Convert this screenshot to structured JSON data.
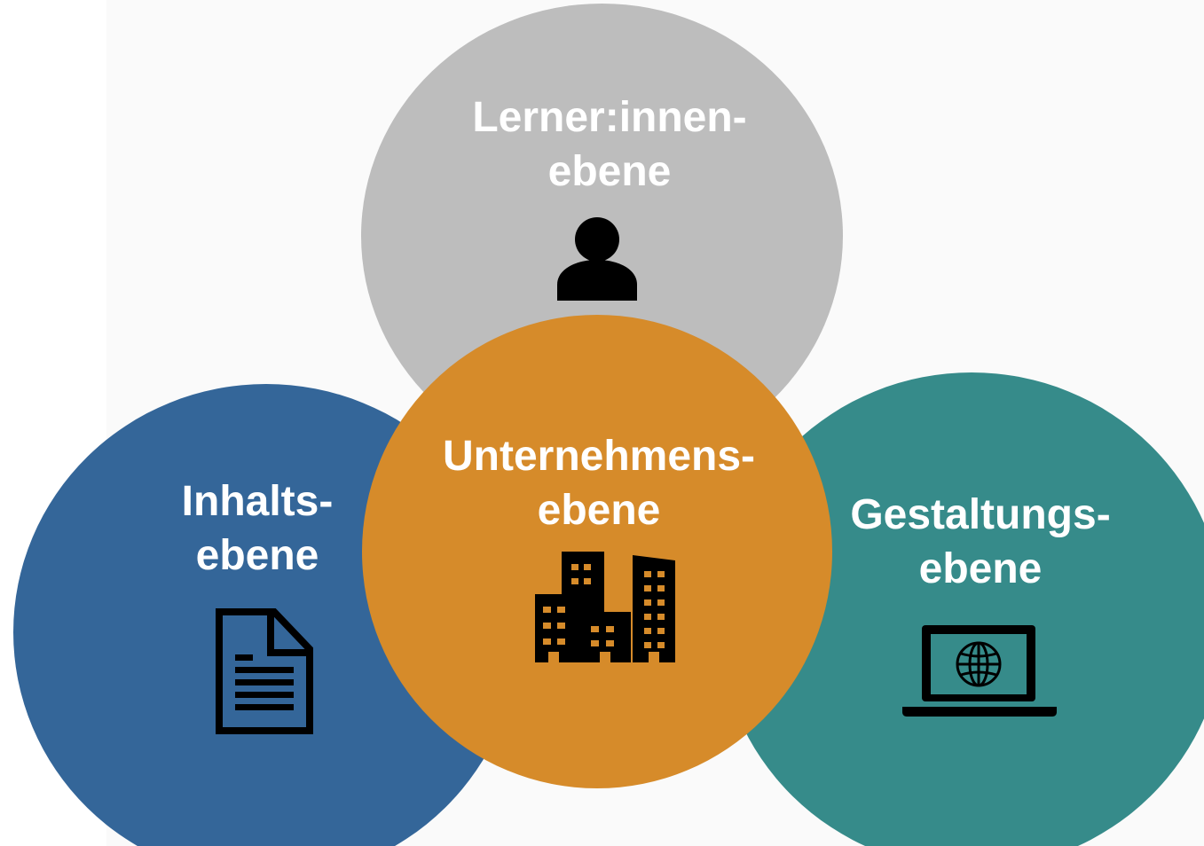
{
  "diagram": {
    "top": {
      "line1": "Lerner:innen-",
      "line2": "ebene",
      "icon": "person-icon",
      "color": "#bdbdbd"
    },
    "left": {
      "line1": "Inhalts-",
      "line2": "ebene",
      "icon": "document-icon",
      "color": "#346699"
    },
    "center": {
      "line1": "Unternehmens-",
      "line2": "ebene",
      "icon": "buildings-icon",
      "color": "#d68b2a"
    },
    "right": {
      "line1": "Gestaltungs-",
      "line2": "ebene",
      "icon": "laptop-globe-icon",
      "color": "#368b8a"
    }
  }
}
